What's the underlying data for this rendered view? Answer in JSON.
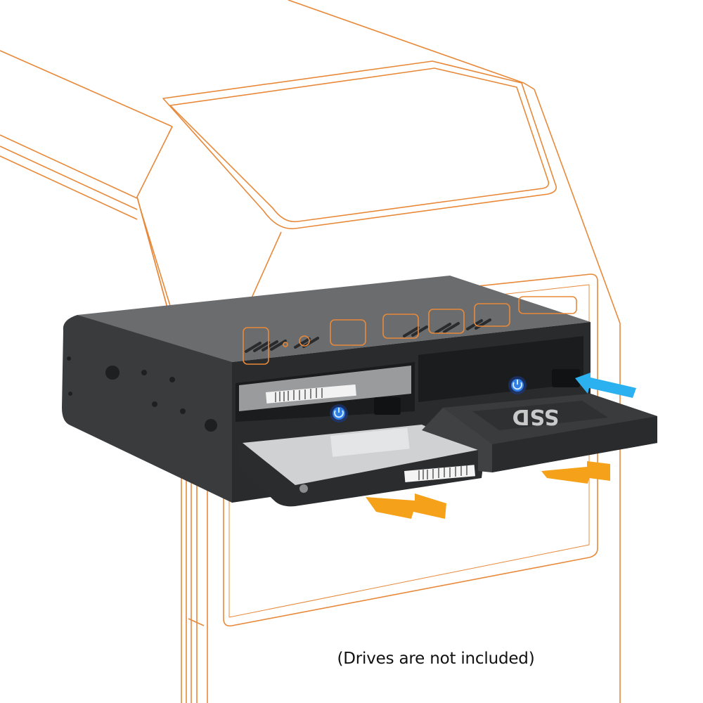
{
  "caption": "(Drives are not included)",
  "product": {
    "ssd_label": "SSD",
    "power_buttons": 2,
    "drive_bays": 2
  },
  "icons": {
    "power": "power-icon",
    "eject_arrow": "arrow-icon",
    "insert_arrow": "arrow-icon"
  },
  "colors": {
    "case_outline": "#e8893a",
    "enclosure_body": "#3a3b3d",
    "enclosure_top": "#6b6c6e",
    "power_led": "#2f7fe8",
    "eject_arrow": "#f5a21a",
    "insert_arrow": "#2bb0f0",
    "caption_text": "#111111"
  }
}
